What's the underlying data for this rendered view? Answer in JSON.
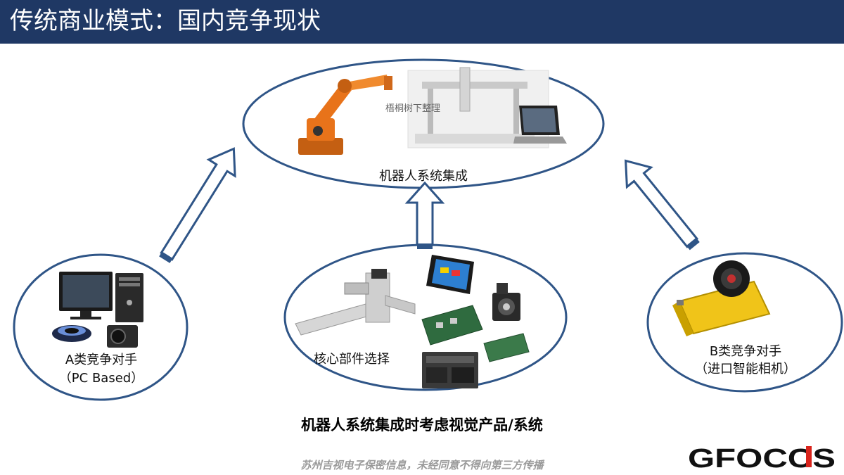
{
  "slide": {
    "title": "传统商业模式：国内竞争现状",
    "watermark": "梧桐树下整理",
    "top_label": "机器人系统集成",
    "left_label_1": "A类竞争对手",
    "left_label_2": "（PC Based）",
    "center_label": "核心部件选择",
    "right_label_1": "B类竞争对手",
    "right_label_2": "（进口智能相机）",
    "bottom_caption": "机器人系统集成时考虑视觉产品/系统",
    "footer_note": "苏州吉视电子保密信息，未经同意不得向第三方传播",
    "logo_text": "GFOCCS"
  },
  "colors": {
    "header_bg": "#1f3864",
    "ellipse_stroke": "#2f5587",
    "arrow_stroke": "#2f5587",
    "arrow_fill": "#ffffff",
    "robot_orange": "#e8731a",
    "camera_yellow": "#f0c419",
    "logo_black": "#111111",
    "logo_red": "#d9241c"
  },
  "icons": [
    "industrial-robot-icon",
    "gantry-robot-icon",
    "laptop-icon",
    "pc-monitor-icon",
    "pc-tower-icon",
    "ring-light-icon",
    "industrial-camera-icon",
    "linear-actuator-icon",
    "touch-panel-icon",
    "servo-motor-icon",
    "circuit-board-icon",
    "plc-icon",
    "smart-camera-icon"
  ]
}
